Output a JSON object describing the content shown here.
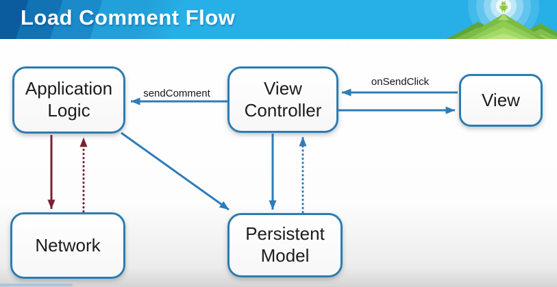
{
  "header": {
    "title": "Load Comment Flow",
    "logo": "android-mountains-logo"
  },
  "colors": {
    "header_blue": "#27b0e7",
    "header_stripe_dark": "#0a5c9e",
    "box_border_blue": "#2b7cb0",
    "arrow_blue": "#2e7cb8",
    "arrow_maroon": "#7b2030",
    "logo_green": "#8ec63f",
    "progress_strip_blue": "#a9c6de"
  },
  "diagram": {
    "nodes": [
      {
        "id": "application-logic",
        "label": "Application Logic"
      },
      {
        "id": "view-controller",
        "label": "View Controller"
      },
      {
        "id": "view",
        "label": "View"
      },
      {
        "id": "network",
        "label": "Network"
      },
      {
        "id": "persistent-model",
        "label": "Persistent Model"
      }
    ],
    "edges": [
      {
        "from": "view-controller",
        "to": "application-logic",
        "label": "sendComment",
        "style": "solid",
        "color": "blue"
      },
      {
        "from": "view",
        "to": "view-controller",
        "label": "onSendClick",
        "style": "solid",
        "color": "blue"
      },
      {
        "from": "view-controller",
        "to": "view",
        "label": "",
        "style": "solid",
        "color": "blue"
      },
      {
        "from": "application-logic",
        "to": "network",
        "label": "",
        "style": "solid",
        "color": "maroon"
      },
      {
        "from": "network",
        "to": "application-logic",
        "label": "",
        "style": "dotted",
        "color": "maroon"
      },
      {
        "from": "application-logic",
        "to": "persistent-model",
        "label": "",
        "style": "solid",
        "color": "blue"
      },
      {
        "from": "view-controller",
        "to": "persistent-model",
        "label": "",
        "style": "solid",
        "color": "blue"
      },
      {
        "from": "persistent-model",
        "to": "view-controller",
        "label": "",
        "style": "dotted",
        "color": "blue"
      }
    ]
  }
}
